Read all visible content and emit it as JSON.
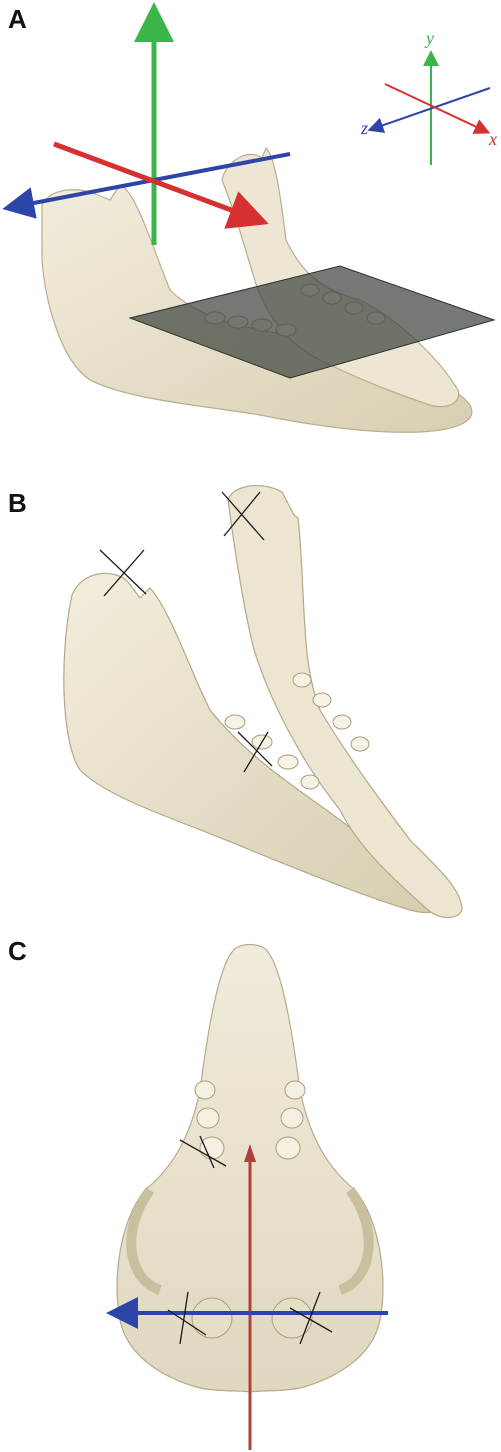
{
  "figure": {
    "panels": [
      {
        "label": "A"
      },
      {
        "label": "B"
      },
      {
        "label": "C"
      }
    ],
    "axes_triad": {
      "y": "y",
      "z": "z",
      "x": "x"
    }
  },
  "colors": {
    "bone": "#e9e3cf",
    "bone_shadow": "#cfc6a8",
    "x_axis": "#d63030",
    "y_axis": "#3bb54a",
    "z_axis": "#2d44a8",
    "plane": "#3f4540"
  }
}
